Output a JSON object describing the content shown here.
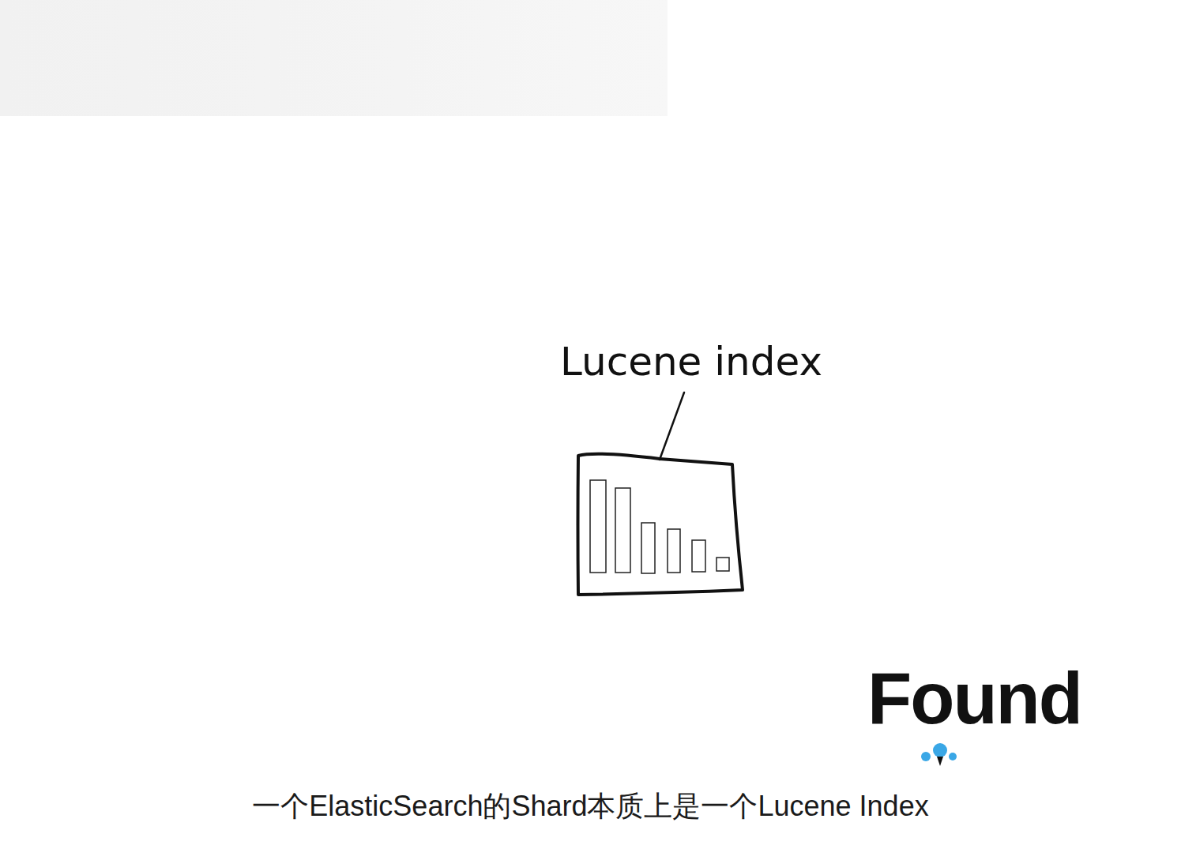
{
  "diagram": {
    "caption": "一个ElasticSearch的Shard本质上是一个Lucene Index",
    "nodes": [
      {
        "text": [
          "Lucene index"
        ]
      }
    ],
    "labels": [
      "Found"
    ]
  }
}
